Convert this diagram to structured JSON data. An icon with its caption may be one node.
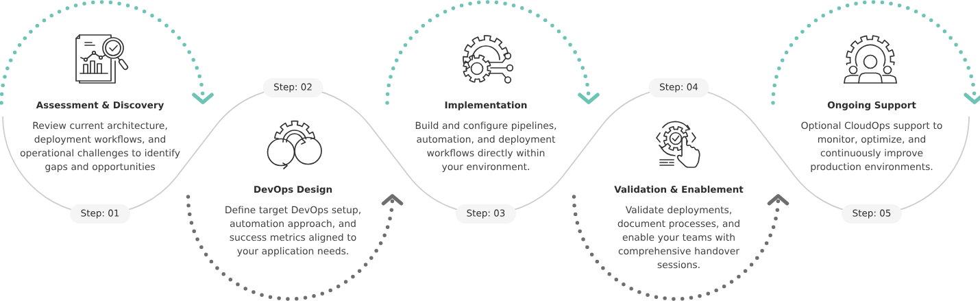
{
  "diagram": {
    "nodes": [
      {
        "text": [
          "Assessment & Discovery",
          "Review current architecture, deployment workflows, and operational challenges to identify gaps and opportunities"
        ]
      },
      {
        "text": [
          "Step: 01"
        ]
      },
      {
        "text": [
          "DevOps Design",
          "Define target DevOps setup, automation approach, and success metrics aligned to your application needs."
        ]
      },
      {
        "text": [
          "Step: 02"
        ]
      },
      {
        "text": [
          "Implementation",
          "Build and configure pipelines, automation, and deployment workflows directly within your environment."
        ]
      },
      {
        "text": [
          "Step: 03"
        ]
      },
      {
        "text": [
          "Validation & Enablement",
          "Validate deployments, document processes, and enable your teams with comprehensive handover sessions."
        ]
      },
      {
        "text": [
          "Step: 04"
        ]
      },
      {
        "text": [
          "Ongoing Support",
          "Optional CloudOps support to monitor, optimize, and continuously improve production environments."
        ]
      },
      {
        "text": [
          "Step: 05"
        ]
      }
    ],
    "edges": [
      {
        "from": 0,
        "to": 2,
        "arrow": "to"
      },
      {
        "from": 2,
        "to": 4,
        "arrow": "to",
        "color": "#6e6e6e"
      },
      {
        "from": 4,
        "to": 6,
        "arrow": "to"
      },
      {
        "from": 6,
        "to": 8,
        "arrow": "to",
        "color": "#6e6e6e"
      },
      {
        "from": 8,
        "to": 8,
        "arrow": "to"
      }
    ]
  }
}
